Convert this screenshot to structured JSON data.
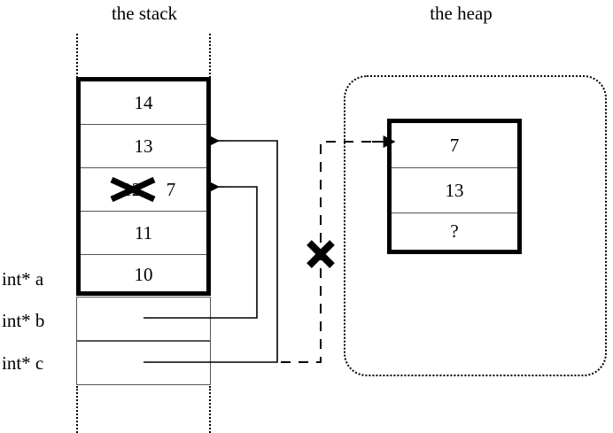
{
  "diagram": {
    "titles": {
      "stack": "the stack",
      "heap": "the heap"
    },
    "stack": {
      "cells": [
        {
          "value": "14",
          "struck": false
        },
        {
          "value": "13",
          "struck": false
        },
        {
          "value": "12",
          "struck": true,
          "new_value": "7"
        },
        {
          "value": "11",
          "struck": false
        },
        {
          "value": "10",
          "struck": false
        }
      ],
      "struck_label": "12",
      "replacement_label": "7",
      "pointer_labels": [
        "int* a",
        "int* b",
        "int* c"
      ]
    },
    "heap": {
      "cells": [
        {
          "value": "7"
        },
        {
          "value": "13"
        },
        {
          "value": "?"
        }
      ]
    },
    "annotations": {
      "invalidated_pointer_mark": "X",
      "struck_value_mark": "X"
    },
    "colors": {
      "stroke": "#000000",
      "cell_divider": "#555555",
      "background": "#ffffff"
    }
  }
}
